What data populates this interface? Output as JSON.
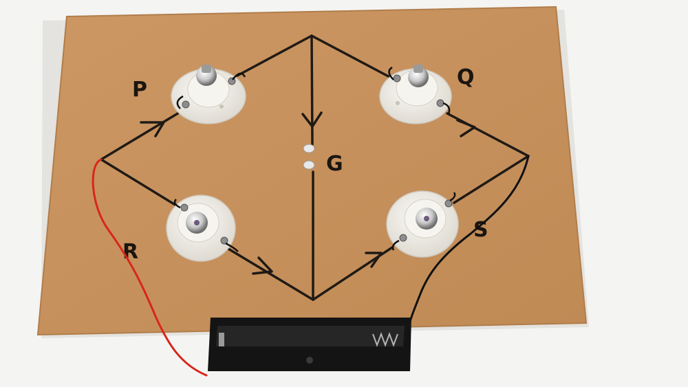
{
  "board": {
    "label_p": "P",
    "label_q": "Q",
    "label_r": "R",
    "label_s": "S",
    "label_g": "G"
  },
  "colors": {
    "background": "#f4f4f2",
    "cardboard": "#c8925e",
    "marker": "#1f1a15",
    "holder": "#f1efea",
    "wire_red": "#d8261c",
    "wire_black": "#111111",
    "battery_holder": "#141414"
  },
  "icons": {
    "lamp": "bulb-holder-icon",
    "led": "led-icon",
    "battery": "battery-holder-icon"
  }
}
